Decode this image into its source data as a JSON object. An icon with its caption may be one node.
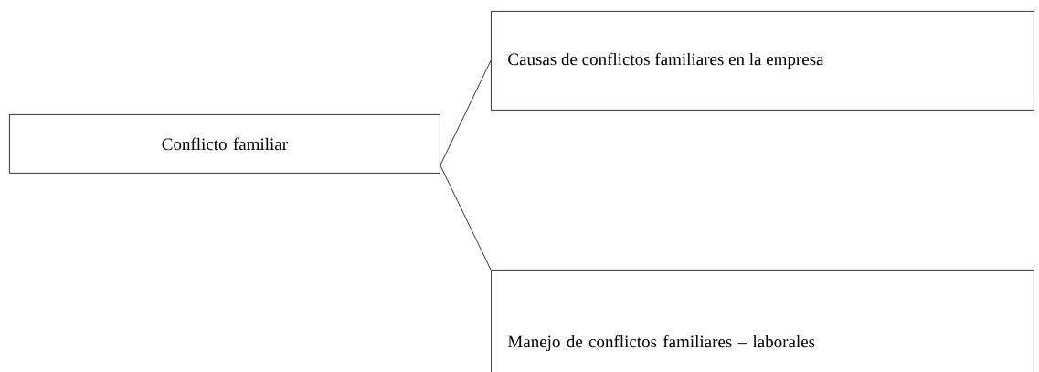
{
  "diagram": {
    "nodes": [
      {
        "text": [
          "Conflicto familiar"
        ]
      },
      {
        "text": [
          "Causas de conflictos familiares en la empresa"
        ]
      },
      {
        "text": [
          "Manejo de conflictos familiares – laborales"
        ]
      }
    ],
    "edges": [
      {
        "from": 0,
        "to": 1,
        "arrow": "none"
      },
      {
        "from": 0,
        "to": 2,
        "arrow": "none"
      }
    ]
  }
}
